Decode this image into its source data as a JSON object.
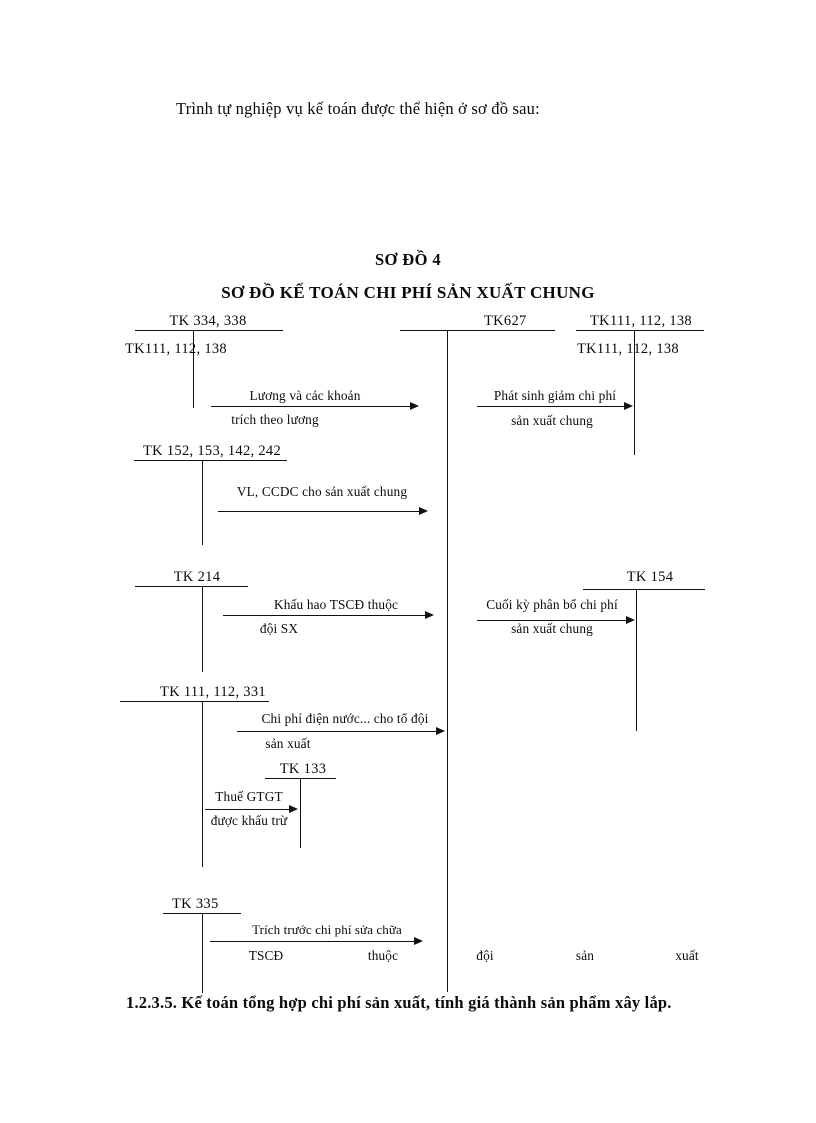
{
  "document": {
    "intro_line": "Trình tự nghiệp vụ kế toán được thể hiện ở sơ đồ sau:",
    "title_main": "SƠ ĐỒ 4",
    "title_sub": "SƠ ĐỒ KẾ TOÁN CHI PHÍ SẢN XUẤT CHUNG",
    "footer_heading": "1.2.3.5. Kế toán tổng hợp chi phí sản xuất, tính giá thành sản phẩm xây lắp."
  },
  "diagram": {
    "center_account": "TK627",
    "left_accounts": [
      {
        "id": "tk334-338",
        "label": "TK 334, 338"
      },
      {
        "id": "tk111-112-138-left",
        "label": "TK111, 112, 138"
      },
      {
        "id": "tk152-153-142-242",
        "label": "TK 152, 153, 142, 242"
      },
      {
        "id": "tk214",
        "label": "TK 214"
      },
      {
        "id": "tk111-112-331",
        "label": "TK 111, 112, 331"
      },
      {
        "id": "tk133",
        "label": "TK 133"
      },
      {
        "id": "tk335",
        "label": "TK 335"
      }
    ],
    "right_accounts": [
      {
        "id": "tk111-112-138-top",
        "label": "TK111, 112, 138"
      },
      {
        "id": "tk111-112-138-second",
        "label": "TK111, 112, 138"
      },
      {
        "id": "tk154",
        "label": "TK 154"
      }
    ],
    "flows": [
      {
        "id": "luong",
        "line1": "Lương và các khoản",
        "line2": "trích theo lương"
      },
      {
        "id": "phat-sinh-giam",
        "line1": "Phát sinh  giảm  chi phí",
        "line2": "sản xuất chung"
      },
      {
        "id": "vl-ccdc",
        "line1": "VL, CCDC cho sản xuất chung",
        "line2": ""
      },
      {
        "id": "khau-hao",
        "line1": "Khấu hao TSCĐ thuộc",
        "line2": "đội SX"
      },
      {
        "id": "cuoi-ky",
        "line1": "Cuối  kỳ phân bổ  chi phí",
        "line2": "sản xuất chung"
      },
      {
        "id": "dien-nuoc",
        "line1": "Chi phí điện nước... cho tổ đội",
        "line2": "sản xuất"
      },
      {
        "id": "thue-gtgt",
        "line1": "Thuế GTGT",
        "line2": "được khấu trừ"
      },
      {
        "id": "trich-truoc",
        "line1": "Trích trước chi phí sửa chữa",
        "line2": ""
      }
    ],
    "bottom_words": [
      {
        "id": "w1",
        "text": "TSCĐ"
      },
      {
        "id": "w2",
        "text": "thuộc"
      },
      {
        "id": "w3",
        "text": "đội"
      },
      {
        "id": "w4",
        "text": "sản"
      },
      {
        "id": "w5",
        "text": "xuất"
      }
    ]
  },
  "colors": {
    "ink": "#0a0a0a",
    "rule": "#111111",
    "page": "#ffffff"
  }
}
